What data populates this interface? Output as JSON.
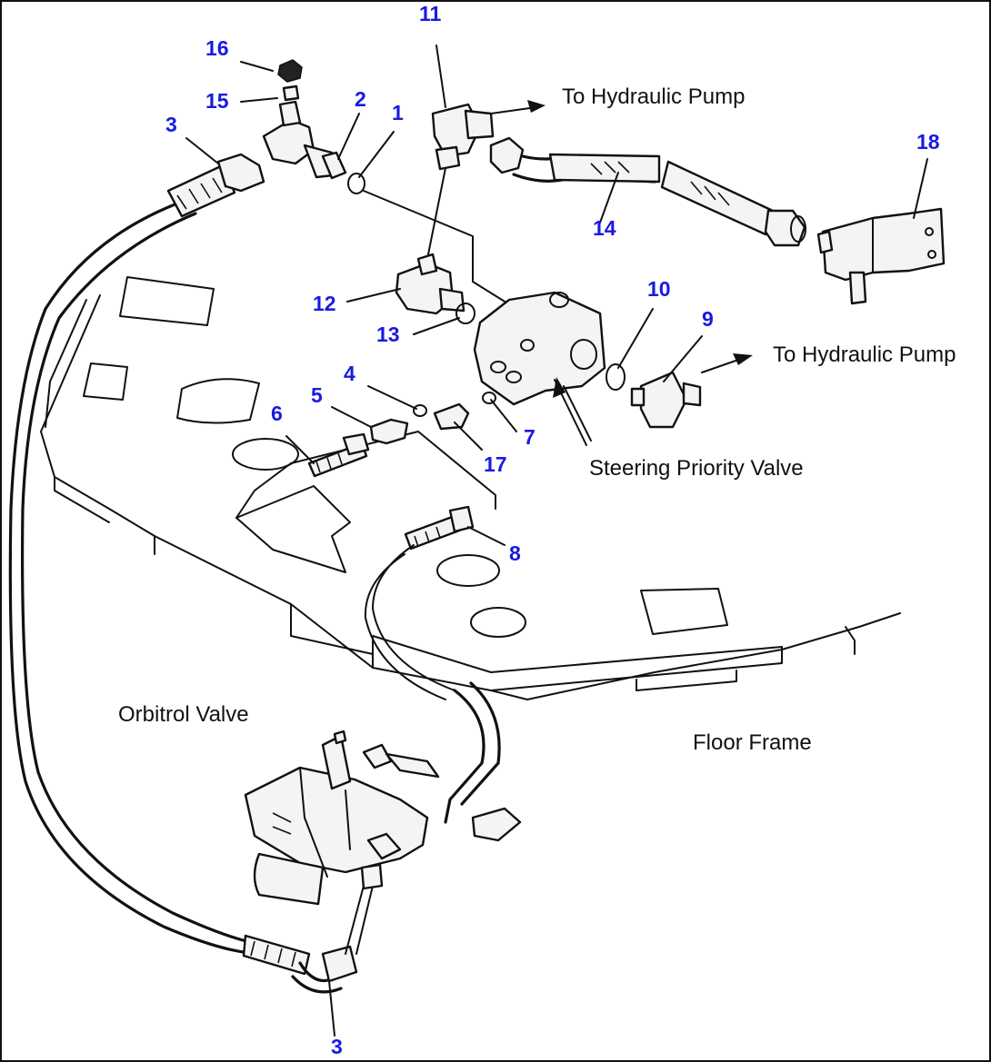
{
  "diagram": {
    "callouts": [
      {
        "id": "c16",
        "text": "16"
      },
      {
        "id": "c15",
        "text": "15"
      },
      {
        "id": "c3a",
        "text": "3"
      },
      {
        "id": "c2",
        "text": "2"
      },
      {
        "id": "c1",
        "text": "1"
      },
      {
        "id": "c11",
        "text": "11"
      },
      {
        "id": "c14",
        "text": "14"
      },
      {
        "id": "c18",
        "text": "18"
      },
      {
        "id": "c12",
        "text": "12"
      },
      {
        "id": "c13",
        "text": "13"
      },
      {
        "id": "c10",
        "text": "10"
      },
      {
        "id": "c9",
        "text": "9"
      },
      {
        "id": "c4",
        "text": "4"
      },
      {
        "id": "c5",
        "text": "5"
      },
      {
        "id": "c6",
        "text": "6"
      },
      {
        "id": "c7",
        "text": "7"
      },
      {
        "id": "c17",
        "text": "17"
      },
      {
        "id": "c8",
        "text": "8"
      },
      {
        "id": "c3b",
        "text": "3"
      }
    ],
    "labels": {
      "pump_top": "To Hydraulic Pump",
      "pump_right": "To Hydraulic Pump",
      "steering_priority_valve": "Steering Priority Valve",
      "orbitrol_valve": "Orbitrol Valve",
      "floor_frame": "Floor Frame"
    },
    "colors": {
      "callout": "#1a1ae0",
      "line": "#111111",
      "background": "#ffffff"
    }
  }
}
